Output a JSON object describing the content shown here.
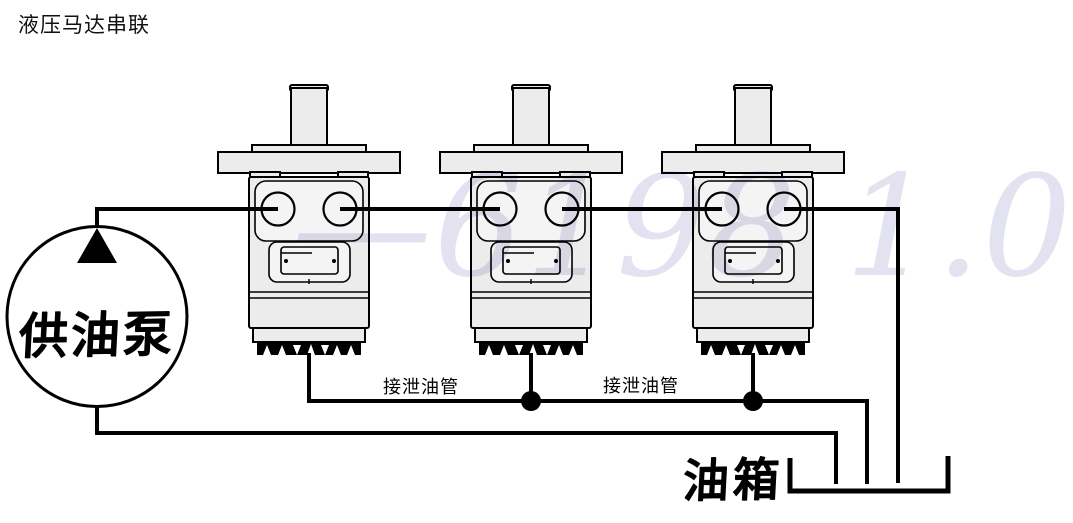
{
  "title": "液压马达串联",
  "diagram": {
    "pump_label": "供油泵",
    "tank_label": "油箱",
    "drain_labels": [
      "接泄油管",
      "接泄油管"
    ],
    "motor_count": 3
  },
  "watermark": {
    "text": "—6198 1.0"
  },
  "icons": {
    "flow_arrow": "upward-black-triangle",
    "junction": "filled-black-dot"
  },
  "colors": {
    "line": "#000000",
    "fill": "#ececec",
    "fill_light": "#f4f4f4",
    "background": "#ffffff",
    "watermark": "#cfcfe6",
    "title_text": "#111111"
  }
}
